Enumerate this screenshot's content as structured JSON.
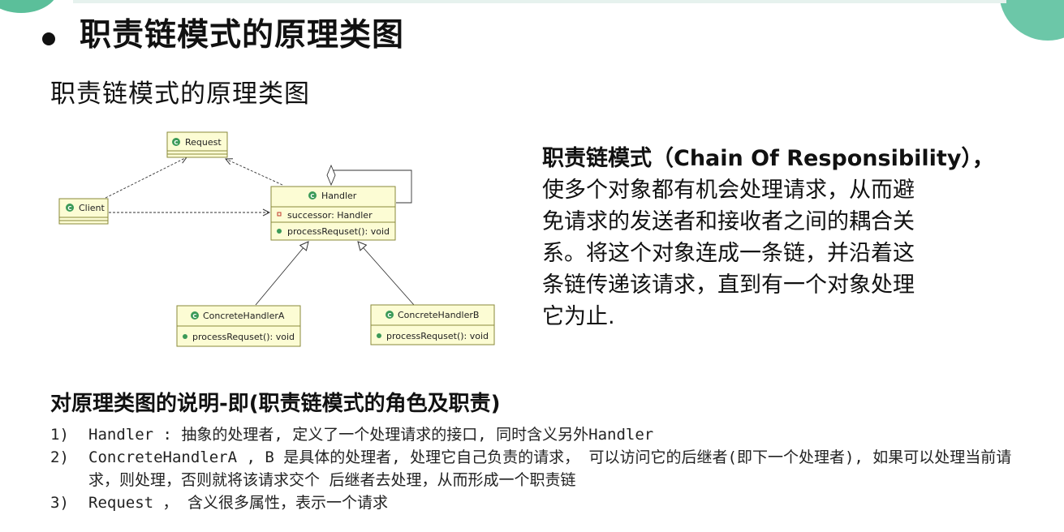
{
  "page": {
    "title": "职责链模式的原理类图",
    "subtitle": "职责链模式的原理类图"
  },
  "diagram": {
    "classes": {
      "request": {
        "name": "Request"
      },
      "client": {
        "name": "Client"
      },
      "handler": {
        "name": "Handler",
        "attribute": "successor: Handler",
        "method": "processRequset(): void"
      },
      "concrete_a": {
        "name": "ConcreteHandlerA",
        "method": "processRequset(): void"
      },
      "concrete_b": {
        "name": "ConcreteHandlerB",
        "method": "processRequset(): void"
      }
    },
    "colors": {
      "class_fill": "#fcfcd4",
      "class_border": "#8a8a3a",
      "class_icon": "#3b9a58"
    }
  },
  "description": {
    "heading": "职责链模式（Chain Of Responsibility），",
    "lines": [
      "使多个对象都有机会处理请求，从而避",
      "免请求的发送者和接收者之间的耦合关",
      "系。将这个对象连成一条链，并沿着这",
      "条链传递该请求，直到有一个对象处理",
      "它为止."
    ]
  },
  "roles": {
    "title": "对原理类图的说明-即(职责链模式的角色及职责)",
    "items": [
      {
        "num": "1)",
        "text": "Handler : 抽象的处理者, 定义了一个处理请求的接口, 同时含义另外Handler"
      },
      {
        "num": "2)",
        "text": "ConcreteHandlerA , B 是具体的处理者, 处理它自己负责的请求， 可以访问它的后继者(即下一个处理者), 如果可以处理当前请求，则处理，否则就将该请求交个 后继者去处理，从而形成一个职责链"
      },
      {
        "num": "3)",
        "text": "Request ，  含义很多属性，表示一个请求"
      }
    ]
  }
}
